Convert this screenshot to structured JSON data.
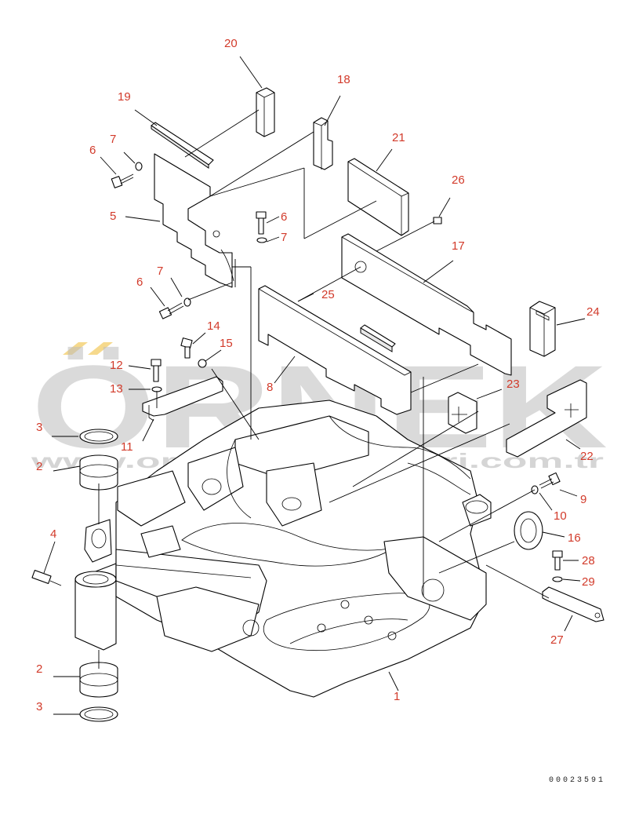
{
  "watermark": {
    "brand": "ÖRNEK",
    "url": "www.orneksmakinalari.com.tr",
    "color": "#bdbdbd",
    "accent": "#f0c040"
  },
  "drawing_number": "00023591",
  "callout_color": "#d23a2a",
  "callouts": [
    {
      "id": "c20",
      "label": "20"
    },
    {
      "id": "c18",
      "label": "18"
    },
    {
      "id": "c19",
      "label": "19"
    },
    {
      "id": "c21",
      "label": "21"
    },
    {
      "id": "c7a",
      "label": "7"
    },
    {
      "id": "c6a",
      "label": "6"
    },
    {
      "id": "c26",
      "label": "26"
    },
    {
      "id": "c5",
      "label": "5"
    },
    {
      "id": "c6b",
      "label": "6"
    },
    {
      "id": "c7b",
      "label": "7"
    },
    {
      "id": "c17",
      "label": "17"
    },
    {
      "id": "c7c",
      "label": "7"
    },
    {
      "id": "c6c",
      "label": "6"
    },
    {
      "id": "c25",
      "label": "25"
    },
    {
      "id": "c24",
      "label": "24"
    },
    {
      "id": "c14",
      "label": "14"
    },
    {
      "id": "c15",
      "label": "15"
    },
    {
      "id": "c12",
      "label": "12"
    },
    {
      "id": "c13",
      "label": "13"
    },
    {
      "id": "c8",
      "label": "8"
    },
    {
      "id": "c23",
      "label": "23"
    },
    {
      "id": "c3a",
      "label": "3"
    },
    {
      "id": "c11",
      "label": "11"
    },
    {
      "id": "c2a",
      "label": "2"
    },
    {
      "id": "c22",
      "label": "22"
    },
    {
      "id": "c9",
      "label": "9"
    },
    {
      "id": "c10",
      "label": "10"
    },
    {
      "id": "c4",
      "label": "4"
    },
    {
      "id": "c16",
      "label": "16"
    },
    {
      "id": "c28",
      "label": "28"
    },
    {
      "id": "c29",
      "label": "29"
    },
    {
      "id": "c27",
      "label": "27"
    },
    {
      "id": "c2b",
      "label": "2"
    },
    {
      "id": "c1",
      "label": "1"
    },
    {
      "id": "c3b",
      "label": "3"
    }
  ]
}
